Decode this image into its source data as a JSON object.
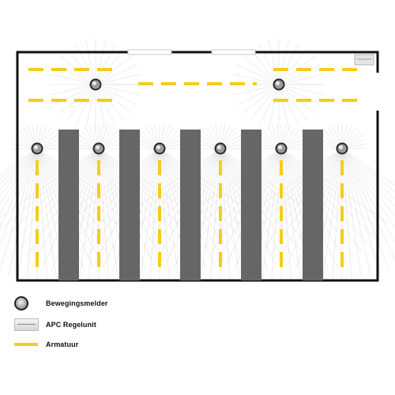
{
  "colors": {
    "wall": "#111111",
    "shelf": "#666666",
    "fixture": "#f5cc1b",
    "ray": "#cfcfcf",
    "window": "#c9c9c9"
  },
  "legend": {
    "motion_sensor": {
      "label": "Bewegingsmelder",
      "icon": "motion-sensor-icon"
    },
    "apc_control_unit": {
      "label": "APC Regelunit",
      "icon": "control-unit-icon"
    },
    "fixture": {
      "label": "Armatuur",
      "icon": "light-fixture-icon"
    }
  }
}
